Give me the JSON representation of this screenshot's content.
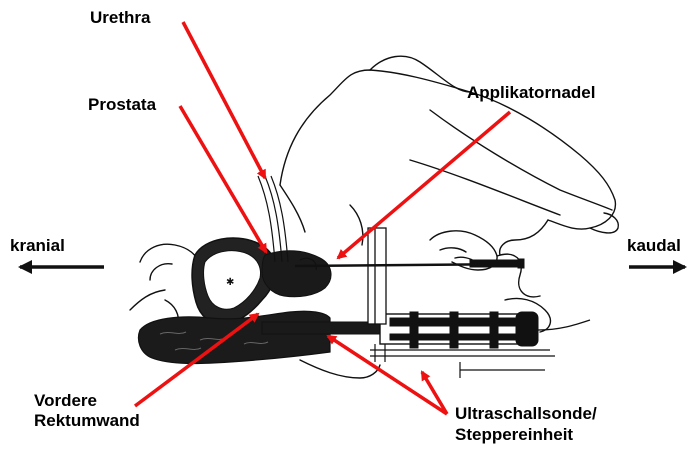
{
  "labels": {
    "urethra": "Urethra",
    "prostata": "Prostata",
    "applikatornadel": "Applikatornadel",
    "kranial": "kranial",
    "kaudal": "kaudal",
    "vordere_line1": "Vordere",
    "vordere_line2": "Rektumwand",
    "ultraschall_line1": "Ultraschallsonde/",
    "ultraschall_line2": "Steppereinheit"
  },
  "colors": {
    "pointer": "#ee1111",
    "ink": "#111111",
    "text": "#000000",
    "background": "#ffffff"
  }
}
